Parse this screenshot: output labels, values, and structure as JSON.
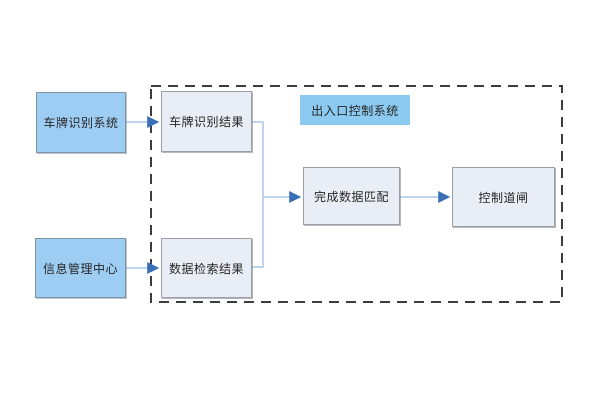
{
  "diagram": {
    "container_label": "出入口控制系统",
    "nodes": {
      "plate_recognition_system": {
        "label": "车牌识别系统",
        "kind": "external-source"
      },
      "info_management_center": {
        "label": "信息管理中心",
        "kind": "external-source"
      },
      "plate_recognition_result": {
        "label": "车牌识别结果",
        "kind": "internal-step"
      },
      "data_search_result": {
        "label": "数据检索结果",
        "kind": "internal-step"
      },
      "data_matching": {
        "label": "完成数据匹配",
        "kind": "internal-step"
      },
      "gate_control": {
        "label": "控制道闸",
        "kind": "internal-step"
      }
    },
    "edges": [
      {
        "from": "车牌识别系统",
        "to": "车牌识别结果"
      },
      {
        "from": "信息管理中心",
        "to": "数据检索结果"
      },
      {
        "from": "车牌识别结果",
        "to": "完成数据匹配"
      },
      {
        "from": "数据检索结果",
        "to": "完成数据匹配"
      },
      {
        "from": "完成数据匹配",
        "to": "控制道闸"
      }
    ],
    "colors": {
      "external_node_fill": "#9ecdf4",
      "external_node_border": "#7e93a8",
      "internal_node_fill": "#e9edf5",
      "internal_node_border": "#9aa0a8",
      "badge_fill": "#8dcaf2",
      "connector_line": "#a9c6e8",
      "arrowhead": "#3a6fb5",
      "dashed_border": "#3d3d3d",
      "text": "#262626",
      "background": "#ffffff"
    }
  }
}
